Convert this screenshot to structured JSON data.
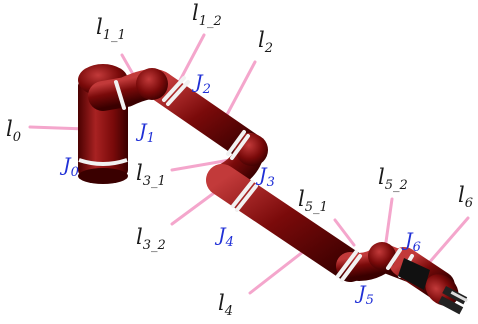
{
  "diagram": {
    "links": {
      "l0": {
        "base": "l",
        "sub": "0"
      },
      "l1_1": {
        "base": "l",
        "sub": "1_1"
      },
      "l1_2": {
        "base": "l",
        "sub": "1_2"
      },
      "l2": {
        "base": "l",
        "sub": "2"
      },
      "l3_1": {
        "base": "l",
        "sub": "3_1"
      },
      "l3_2": {
        "base": "l",
        "sub": "3_2"
      },
      "l4": {
        "base": "l",
        "sub": "4"
      },
      "l5_1": {
        "base": "l",
        "sub": "5_1"
      },
      "l5_2": {
        "base": "l",
        "sub": "5_2"
      },
      "l6": {
        "base": "l",
        "sub": "6"
      }
    },
    "joints": {
      "J0": {
        "base": "J",
        "sub": "0"
      },
      "J1": {
        "base": "J",
        "sub": "1"
      },
      "J2": {
        "base": "J",
        "sub": "2"
      },
      "J3": {
        "base": "J",
        "sub": "3"
      },
      "J4": {
        "base": "J",
        "sub": "4"
      },
      "J5": {
        "base": "J",
        "sub": "5"
      },
      "J6": {
        "base": "J",
        "sub": "6"
      }
    },
    "colors": {
      "arm": "#7a0a0a",
      "arm_highlight": "#c23a3a",
      "arm_shadow": "#3a0000",
      "rings": "#f2f2f2",
      "leader_lines": "#f4a6cc",
      "link_labels": "#1a1a1a",
      "joint_labels": "#1f2fd6",
      "gripper": "#111111"
    }
  }
}
